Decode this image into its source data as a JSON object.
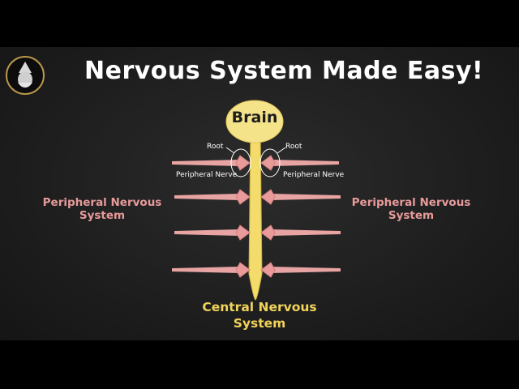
{
  "header": {
    "title": "Nervous System Made Easy!"
  },
  "diagram": {
    "brain_label": "Brain",
    "root_label_left": "Root",
    "root_label_right": "Root",
    "nerve_label_left": "Peripheral Nerve",
    "nerve_label_right": "Peripheral Nerve",
    "pns_left": [
      "Peripheral Nervous",
      "System"
    ],
    "pns_right": [
      "Peripheral Nervous",
      "System"
    ],
    "cns": [
      "Central Nervous",
      "System"
    ]
  },
  "colors": {
    "brain": "#f5e38a",
    "spinal_cord": "#f3dc6c",
    "nerve": "#e8a3a3",
    "root": "#e99a9a",
    "pns_text": "#e89a9a",
    "cns_text": "#f1d35a"
  },
  "icons": {
    "logo": "wizard-logo-icon"
  }
}
